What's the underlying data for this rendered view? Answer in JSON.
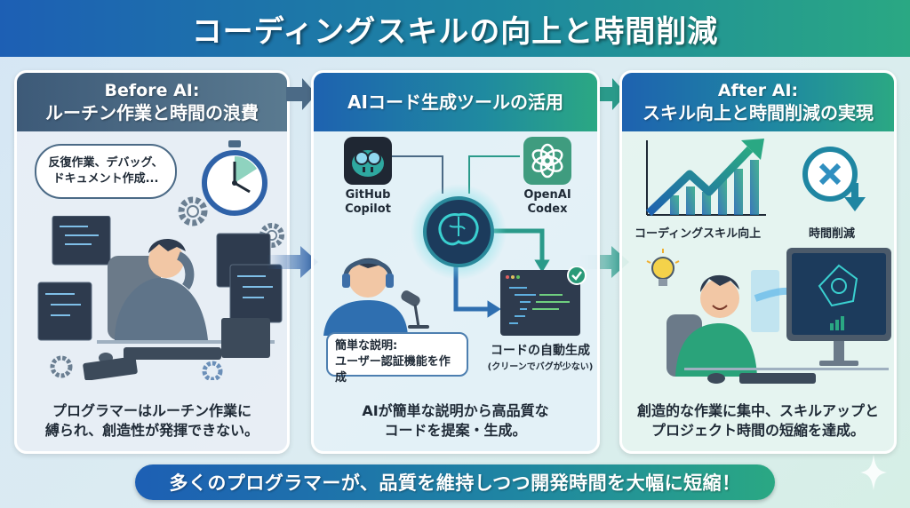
{
  "title": "コーディングスキルの向上と時間削減",
  "panels": [
    {
      "heading_line1": "Before AI:",
      "heading_line2": "ルーチン作業と時間の浪費",
      "thought_bubble_line1": "反復作業、デバッグ、",
      "thought_bubble_line2": "ドキュメント作成...",
      "caption_line1": "プログラマーはルーチン作業に",
      "caption_line2": "縛られ、創造性が発揮できない。"
    },
    {
      "heading_line1": "AIコード生成ツールの活用",
      "tools": [
        {
          "name_line1": "GitHub",
          "name_line2": "Copilot",
          "icon": "copilot-icon"
        },
        {
          "name_line1": "OpenAI",
          "name_line2": "Codex",
          "icon": "openai-icon"
        }
      ],
      "speech_bubble_line1": "簡単な説明:",
      "speech_bubble_line2": "ユーザー認証機能を作成",
      "code_label": "コードの自動生成",
      "code_sublabel": "(クリーンでバグが少ない)",
      "caption_line1": "AIが簡単な説明から高品質な",
      "caption_line2": "コードを提案・生成。"
    },
    {
      "heading_line1": "After AI:",
      "heading_line2": "スキル向上と時間削減の実現",
      "skill_label": "コーディングスキル向上",
      "time_label": "時間削減",
      "caption_line1": "創造的な作業に集中、スキルアップと",
      "caption_line2": "プロジェクト時間の短縮を達成。"
    }
  ],
  "summary": "多くのプログラマーが、品質を維持しつつ開発時間を大幅に短縮！",
  "colors": {
    "brand_blue": "#1d5fb4",
    "brand_teal": "#1f86a2",
    "brand_green": "#2aa883",
    "before_header": "#3d5a78"
  }
}
